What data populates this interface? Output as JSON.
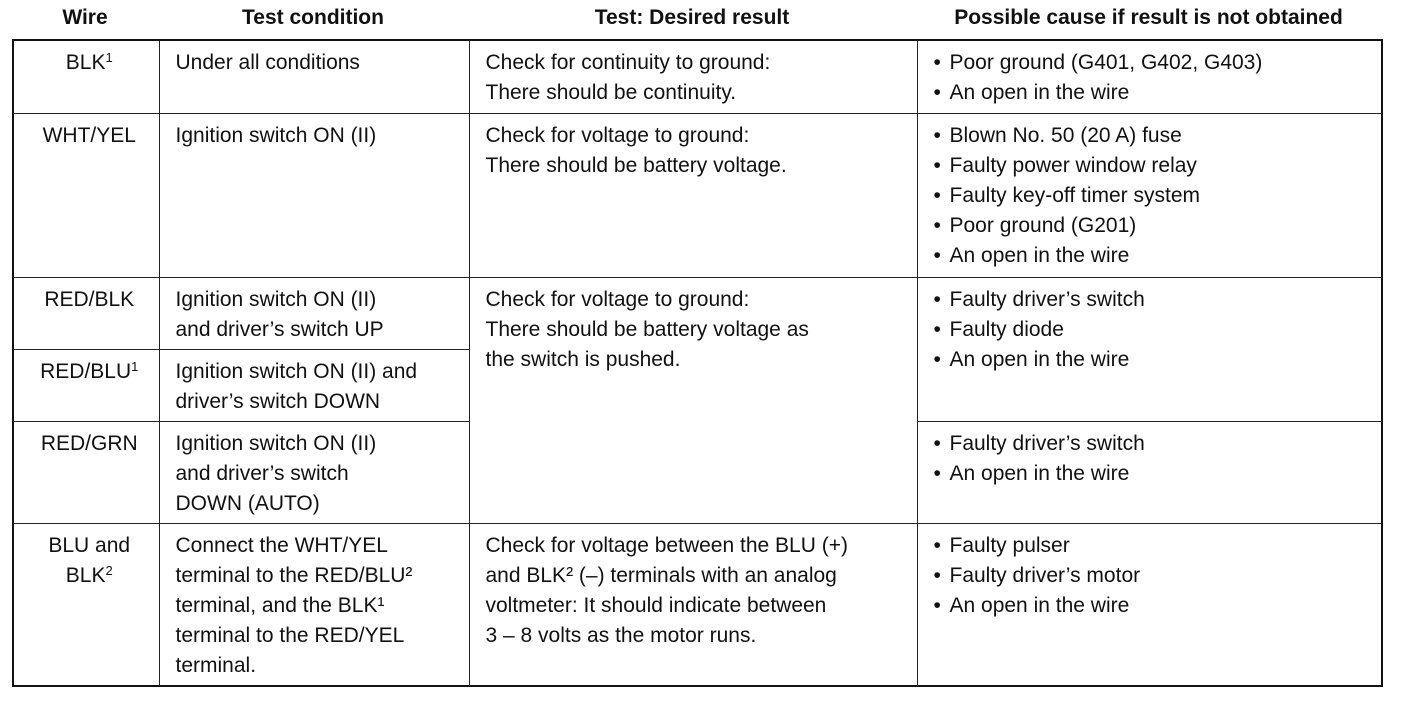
{
  "headers": {
    "wire": "Wire",
    "condition": "Test condition",
    "result": "Test: Desired result",
    "cause": "Possible cause if result is not obtained"
  },
  "rows": [
    {
      "wire": [
        "BLK",
        "1"
      ],
      "condition": [
        "Under all conditions"
      ],
      "result": [
        "Check for continuity to ground:",
        "There should be continuity."
      ],
      "causes": [
        "Poor ground (G401, G402, G403)",
        "An open in the wire"
      ]
    },
    {
      "wire": [
        "WHT/YEL",
        ""
      ],
      "condition": [
        "Ignition switch ON (II)"
      ],
      "result": [
        "Check for voltage to ground:",
        "There should be battery voltage."
      ],
      "causes": [
        "Blown No. 50 (20 A) fuse",
        "Faulty power window relay",
        "Faulty key-off timer system",
        "Poor ground (G201)",
        "An open in the wire"
      ]
    },
    {
      "wire": [
        "RED/BLK",
        ""
      ],
      "condition": [
        "Ignition switch ON (II)",
        "and driver’s switch UP"
      ],
      "result": [
        "Check for voltage to ground:",
        "There should be battery voltage as",
        "the switch is pushed."
      ],
      "causes": [
        "Faulty driver’s switch",
        "Faulty diode",
        "An open in the wire"
      ]
    },
    {
      "wire": [
        "RED/BLU",
        "1"
      ],
      "condition": [
        "Ignition switch ON (II) and",
        "driver’s switch DOWN"
      ]
    },
    {
      "wire": [
        "RED/GRN",
        ""
      ],
      "condition": [
        "Ignition switch ON (II)",
        "and driver’s switch",
        "DOWN (AUTO)"
      ],
      "causes": [
        "Faulty driver’s switch",
        "An open in the wire"
      ]
    },
    {
      "wire": [
        "BLU and",
        "BLK",
        "2"
      ],
      "condition": [
        "Connect the WHT/YEL",
        "terminal to the RED/BLU²",
        "terminal, and the BLK¹",
        "terminal to the RED/YEL",
        "terminal."
      ],
      "result": [
        "Check for voltage between the BLU (+)",
        "and BLK² (–) terminals with an  analog",
        "voltmeter: It should indicate between",
        "3 – 8 volts as the motor runs."
      ],
      "causes": [
        "Faulty pulser",
        "Faulty driver’s motor",
        "An open in the wire"
      ]
    }
  ]
}
